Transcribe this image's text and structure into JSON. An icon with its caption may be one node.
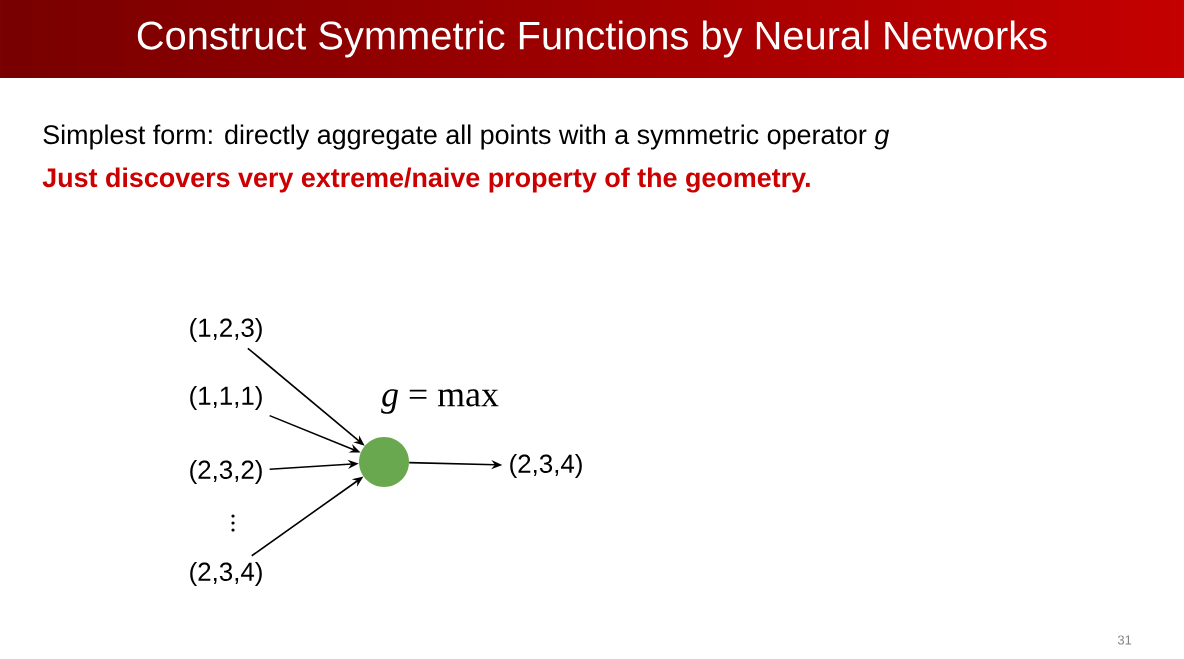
{
  "diagram": {
    "title": "Construct Symmetric Functions by Neural Networks",
    "nodes": [
      {
        "text": [
          "(1,2,3)"
        ]
      },
      {
        "text": [
          "(1,1,1)"
        ]
      },
      {
        "text": [
          "(2,3,2)"
        ]
      },
      {
        "text": [
          "(2,3,4)"
        ]
      },
      {
        "text": [],
        "shape": "circle",
        "beside": [
          "*g* = max"
        ]
      },
      {
        "text": [
          "(2,3,4)"
        ]
      }
    ],
    "edges": [
      {
        "from": 0,
        "to": 4,
        "arrow": "to"
      },
      {
        "from": 1,
        "to": 4,
        "arrow": "to"
      },
      {
        "from": 2,
        "to": 4,
        "arrow": "to"
      },
      {
        "from": 3,
        "to": 4,
        "arrow": "to"
      },
      {
        "from": 4,
        "to": 5,
        "arrow": "to"
      }
    ],
    "labels": [
      "Simplest form: directly aggregate all points with a symmetric operator *g*",
      "Just discovers very extreme/naive property of the geometry.",
      "31"
    ]
  }
}
